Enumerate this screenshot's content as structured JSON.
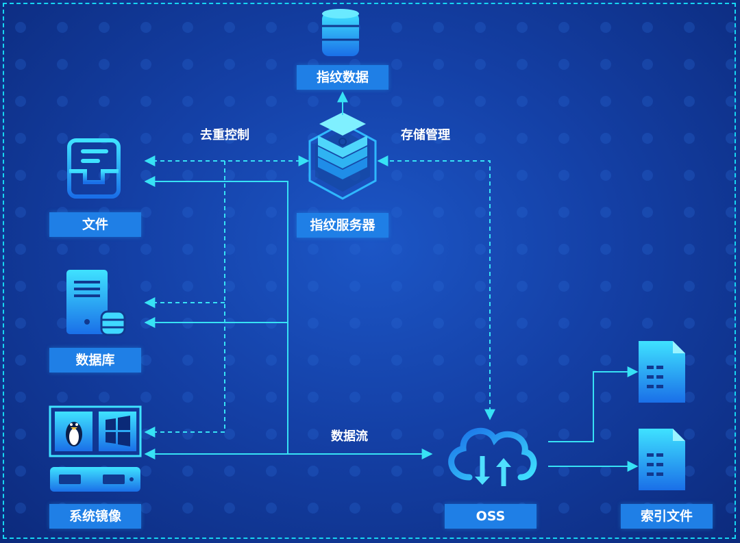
{
  "diagram": {
    "nodes": {
      "fingerprint_data": "指纹数据",
      "fingerprint_server": "指纹服务器",
      "file": "文件",
      "database": "数据库",
      "system_image": "系统镜像",
      "oss": "OSS",
      "index_file": "索引文件"
    },
    "flow_labels": {
      "dedup_control": "去重控制",
      "storage_management": "存储管理",
      "data_stream": "数据流"
    }
  },
  "colors": {
    "background_center": "#1c56c6",
    "background_edge": "#0c2a7c",
    "label_fill": "#1f7fe6",
    "connector": "#37e2f5",
    "icon_light": "#3fe2ff",
    "icon_dark": "#1a6fe8",
    "frame_border": "#17d6f2"
  },
  "icons": {
    "fingerprint_data": "database-stack-icon",
    "fingerprint_server": "hexagon-layers-icon",
    "file": "file-tray-icon",
    "database": "server-database-icon",
    "system_image": "linux-windows-server-icon",
    "oss": "cloud-sync-icon",
    "index_file": "document-icon"
  }
}
